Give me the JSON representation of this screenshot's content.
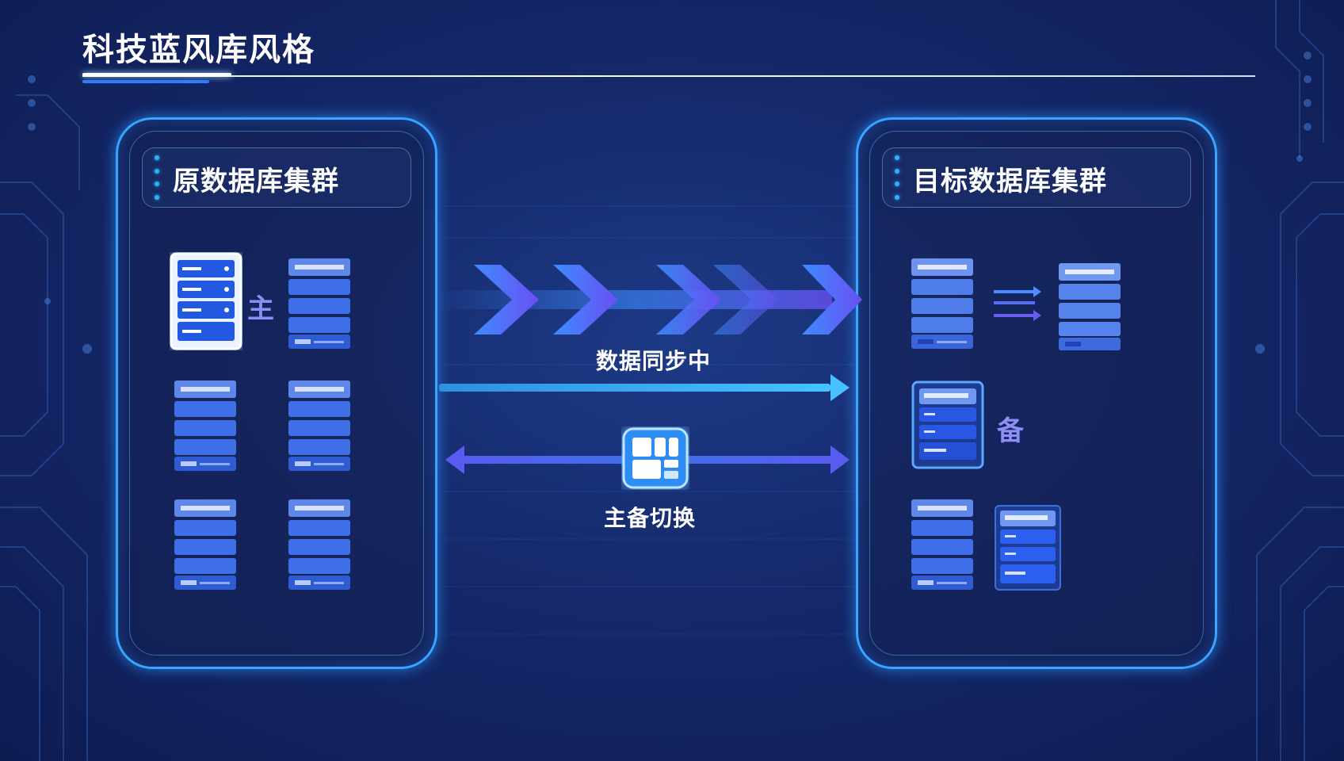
{
  "page": {
    "title": "科技蓝风库风格"
  },
  "source_cluster": {
    "title": "原数据库集群",
    "primary_tag": "主"
  },
  "target_cluster": {
    "title": "目标数据库集群",
    "standby_tag": "备"
  },
  "flows": {
    "sync_label": "数据同步中",
    "switch_label": "主备切换"
  },
  "colors": {
    "background": "#15286a",
    "panel_border": "#3aa4ff",
    "server_blue": "#3f6fe6",
    "arrow_blue": "#3d8cff",
    "arrow_violet": "#5a5cf0",
    "tag_violet": "#8c8df5"
  },
  "icons": {
    "left_servers": [
      "server-primary-highlighted-icon",
      "server-icon",
      "server-icon",
      "server-icon",
      "server-icon",
      "server-icon"
    ],
    "right_servers": [
      "server-icon",
      "server-icon",
      "server-standby-icon",
      "server-icon",
      "server-active-icon"
    ],
    "sync": [
      "chevron-arrows-icon",
      "long-arrow-right-icon",
      "replication-arrows-icon"
    ],
    "switch": [
      "switch-dashboard-icon",
      "bidirectional-arrow-icon"
    ]
  }
}
